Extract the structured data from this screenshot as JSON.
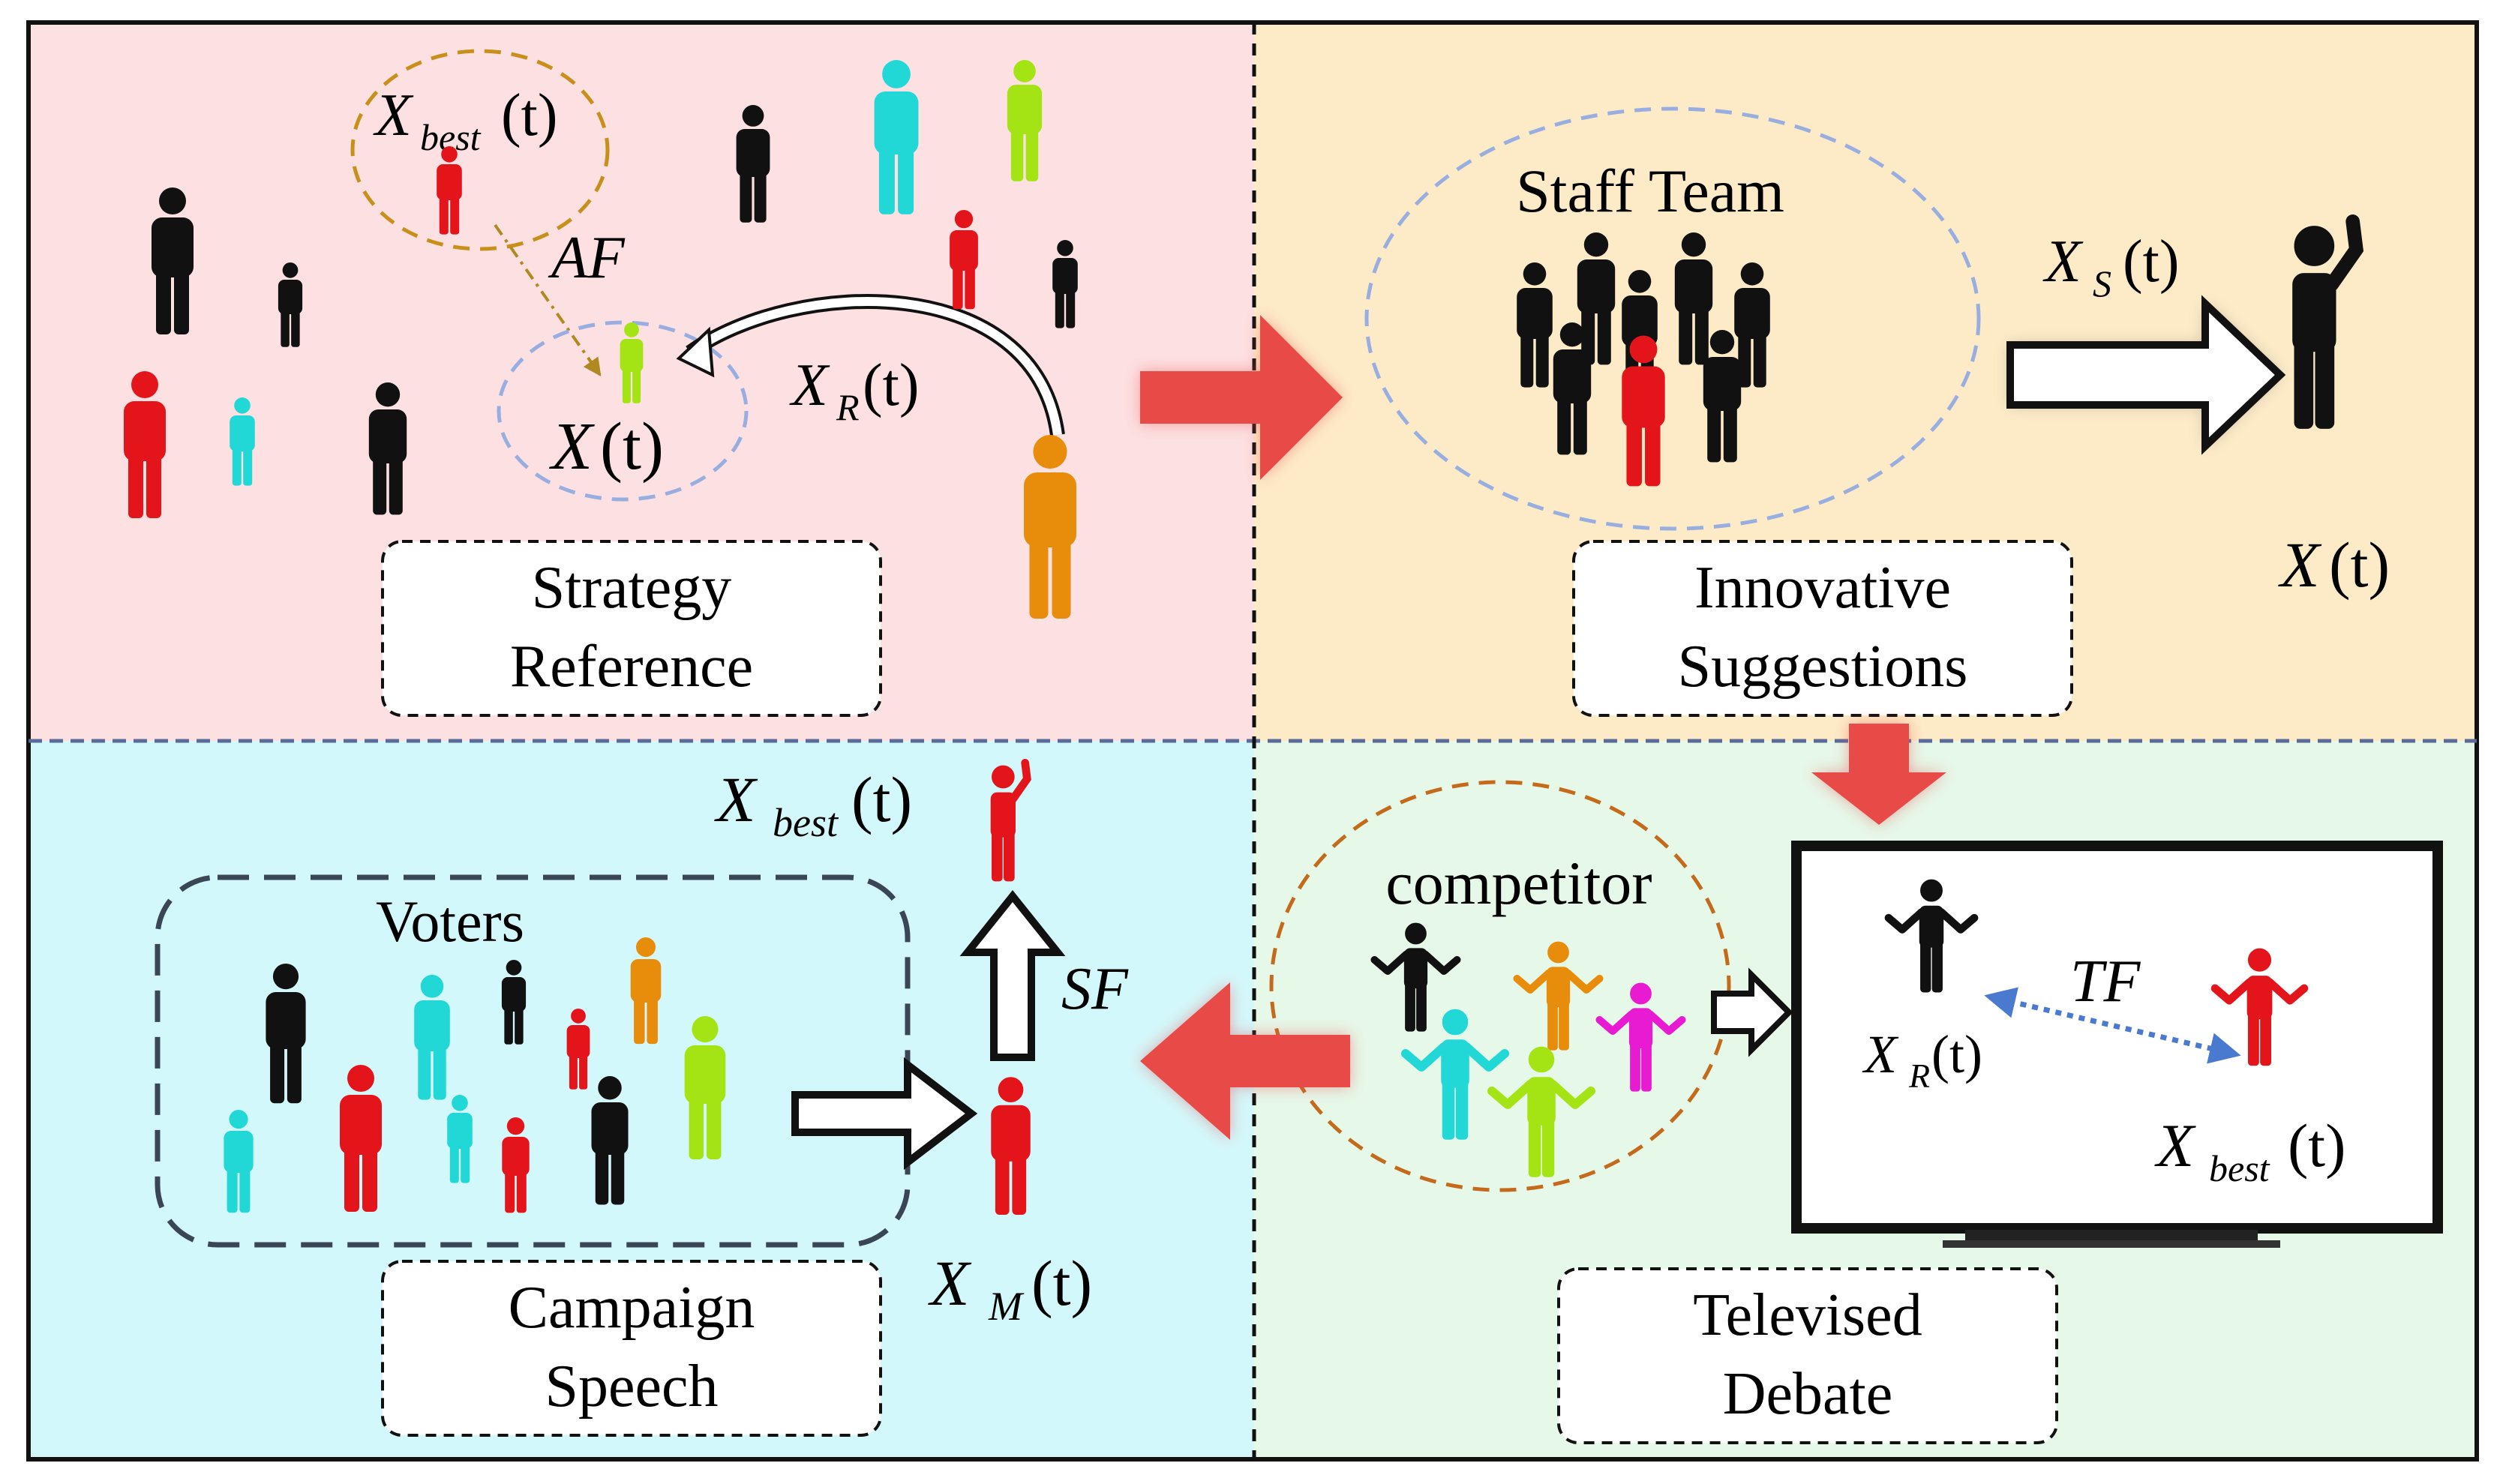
{
  "colors": {
    "strategy_bg": "#fde0e1",
    "innovative_bg": "#fdebc7",
    "campaign_bg": "#d3f8fb",
    "debate_bg": "#e6f8e8",
    "red": "#e4141b",
    "black": "#111111",
    "cyan": "#22d8d6",
    "lime": "#a4e414",
    "orange": "#e88c0c",
    "magenta": "#e81ad2",
    "arrow_red": "#e84a48",
    "blue_dash": "#99aee0",
    "brown_dash": "#c8801a"
  },
  "panels": {
    "strategy": {
      "box_line1": "Strategy",
      "box_line2": "Reference",
      "xbest_sym": "X",
      "xbest_sub": "best",
      "xbest_arg": "(t)",
      "af": "AF",
      "x_sym": "X",
      "x_arg": "(t)",
      "xr_sym": "X",
      "xr_sub": "R",
      "xr_arg": "(t)"
    },
    "innovative": {
      "box_line1": "Innovative",
      "box_line2": "Suggestions",
      "team_label": "Staff  Team",
      "xs_sym": "X",
      "xs_sub": "S",
      "xs_arg": "(t)",
      "x_sym": "X",
      "x_arg": "(t)"
    },
    "campaign": {
      "box_line1": "Campaign",
      "box_line2": "Speech",
      "voters_label": "Voters",
      "sf": "SF",
      "xbest_sym": "X",
      "xbest_sub": "best",
      "xbest_arg": "(t)",
      "xm_sym": "X",
      "xm_sub": "M",
      "xm_arg": "(t)"
    },
    "debate": {
      "box_line1": "Televised",
      "box_line2": "Debate",
      "competitor_label": "competitor",
      "tf": "TF",
      "xr_sym": "X",
      "xr_sub": "R",
      "xr_arg": "(t)",
      "xbest_sym": "X",
      "xbest_sub": "best",
      "xbest_arg": "(t)"
    }
  }
}
